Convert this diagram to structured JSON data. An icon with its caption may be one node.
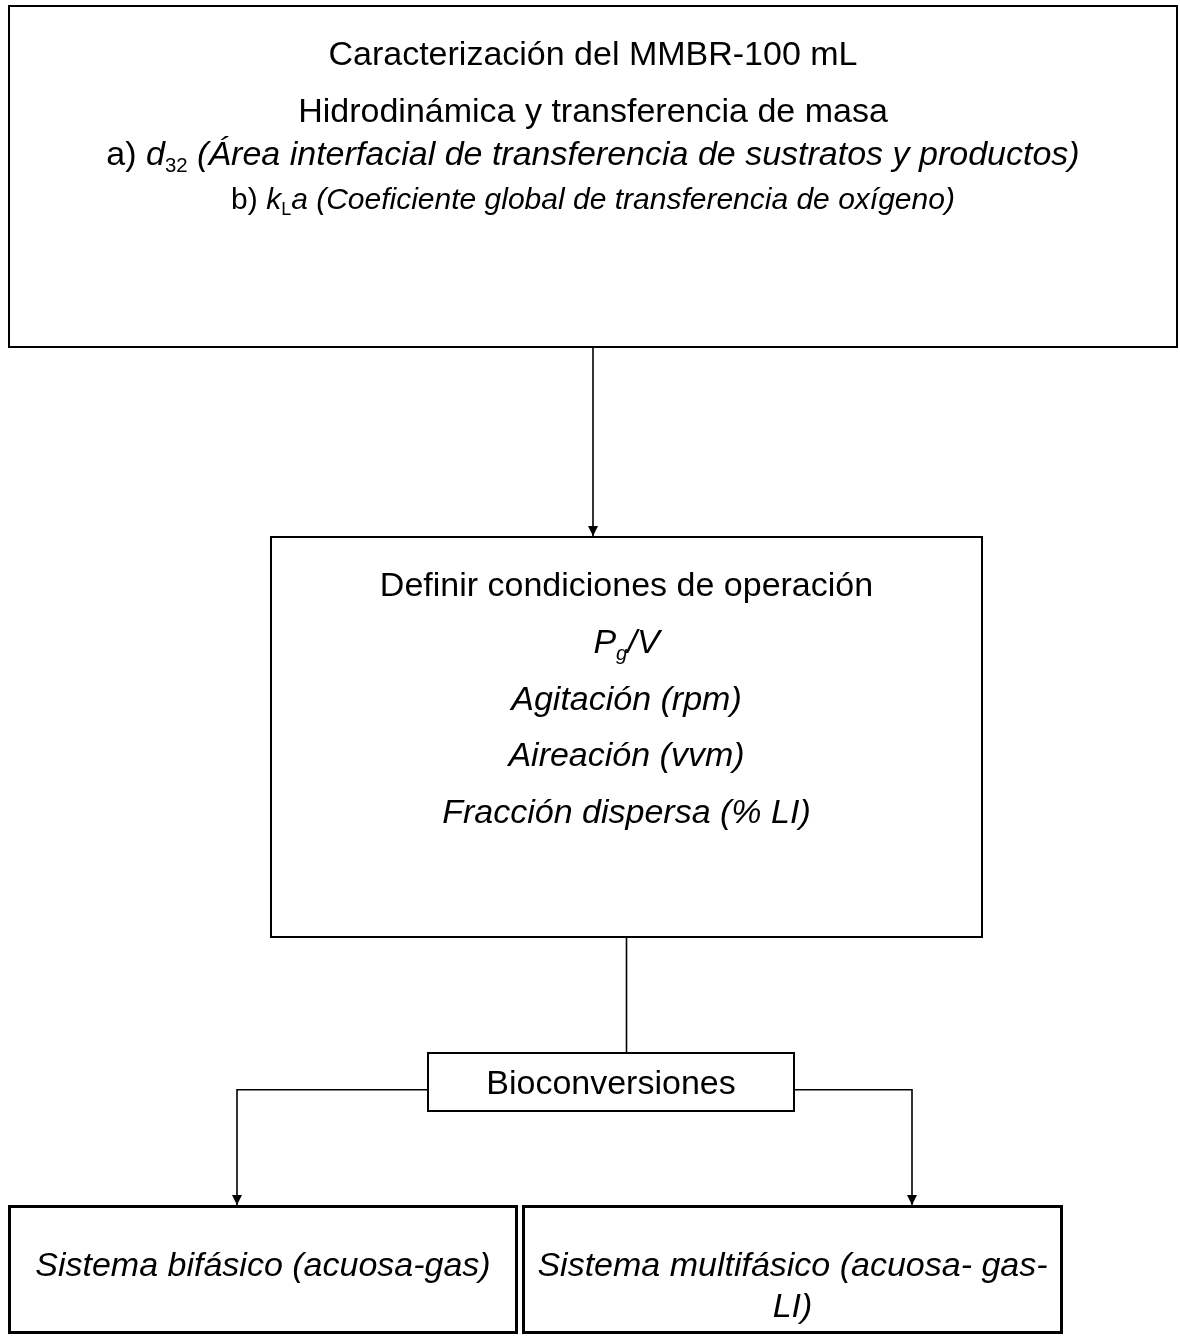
{
  "diagram": {
    "nodes": [
      {
        "text": [
          "Caracterización del MMBR-100 mL",
          "Hidrodinámica y transferencia de masa",
          "a) *d*$_{32}$ *(Área interfacial de transferencia de sustratos y productos)*",
          "b) *k*$_{L}$*a  (Coeficiente global de transferencia de oxígeno)*"
        ]
      },
      {
        "text": [
          "Definir condiciones de operación",
          "P$_{g}$/V",
          "Agitación (rpm)",
          "Aireación (vvm)",
          "Fracción dispersa (% LI)"
        ]
      },
      {
        "text": [
          "Bioconversiones"
        ]
      },
      {
        "text": [
          "Sistema bifásico (acuosa-gas)"
        ]
      },
      {
        "text": [
          "Sistema multifásico (acuosa- gas-LI)"
        ]
      }
    ],
    "edges": [
      {
        "from": 0,
        "to": 1,
        "arrow": "to"
      },
      {
        "from": 1,
        "to": 2,
        "arrow": "none"
      },
      {
        "from": 2,
        "to": 3,
        "arrow": "to"
      },
      {
        "from": 2,
        "to": 4,
        "arrow": "to"
      }
    ]
  }
}
